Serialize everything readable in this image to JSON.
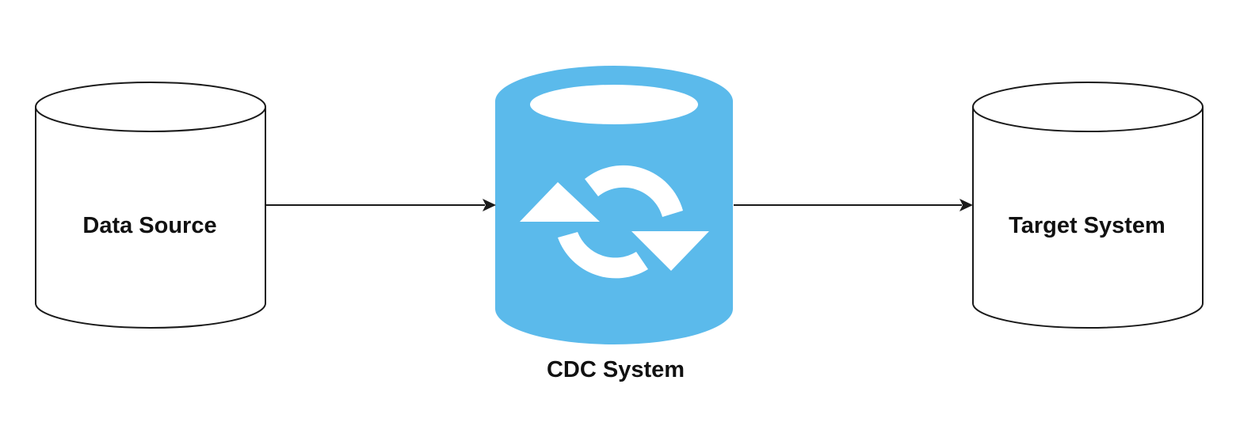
{
  "nodes": {
    "source": {
      "label": "Data Source"
    },
    "cdc": {
      "label": "CDC System",
      "icon": "sync-icon",
      "fill_color": "#5BBAEB",
      "icon_color": "#ffffff"
    },
    "target": {
      "label": "Target System"
    }
  },
  "edges": [
    {
      "from": "Data Source",
      "to": "CDC System"
    },
    {
      "from": "CDC System",
      "to": "Target System"
    }
  ]
}
